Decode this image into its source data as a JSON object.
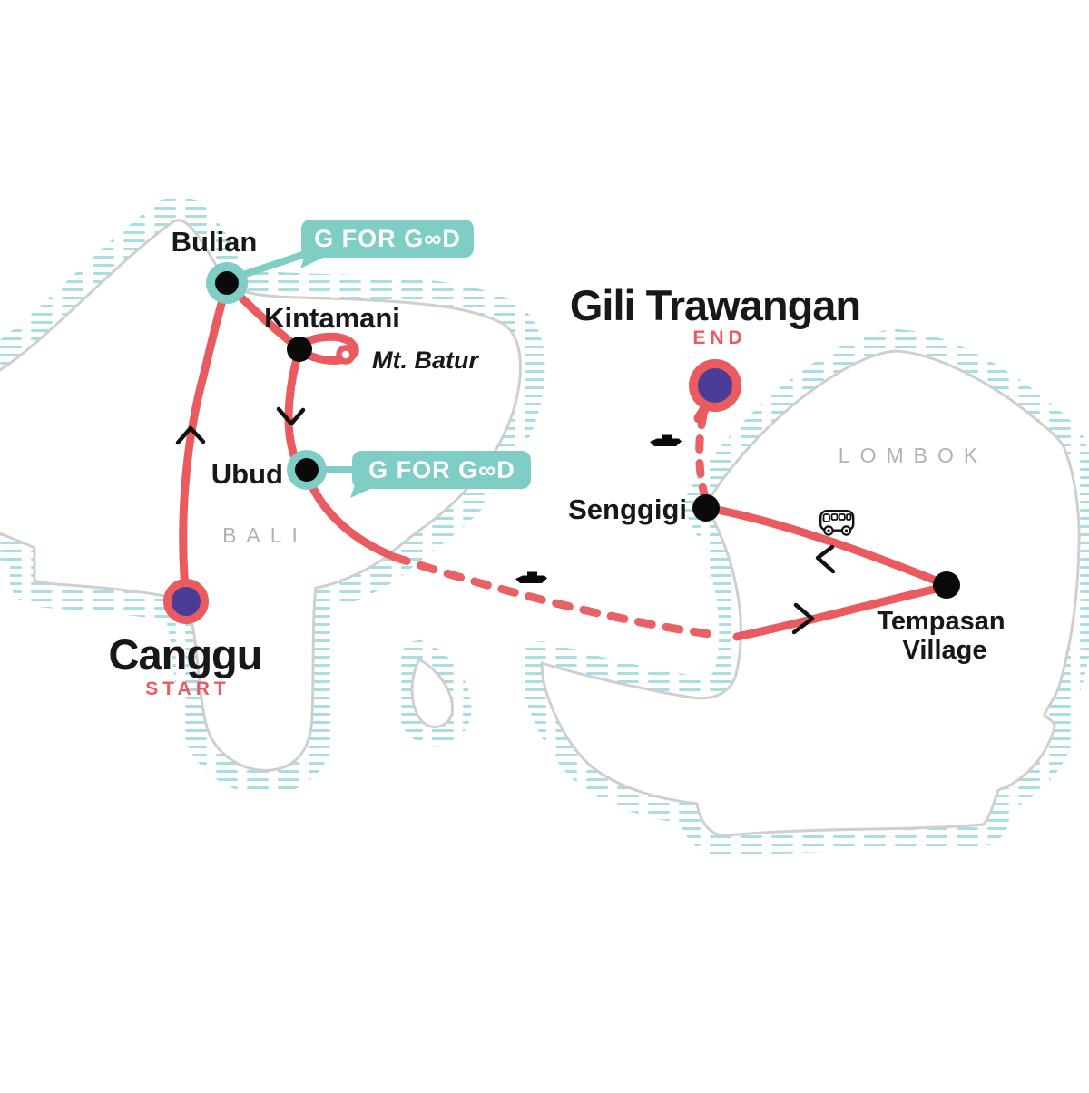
{
  "map_type": "tour-itinerary-map",
  "islands": [
    {
      "label": "BALI"
    },
    {
      "label": "LOMBOK"
    }
  ],
  "stops": [
    {
      "name": "Canggu",
      "tag": "START",
      "marker": "start-purple-ring"
    },
    {
      "name": "Bulian",
      "marker": "dot-teal-ring"
    },
    {
      "name": "Kintamani",
      "marker": "dot"
    },
    {
      "name": "Mt. Batur",
      "marker": "summit-ring"
    },
    {
      "name": "Ubud",
      "marker": "dot-teal-ring"
    },
    {
      "name": "Tempasan Village",
      "line1": "Tempasan",
      "line2": "Village",
      "marker": "dot"
    },
    {
      "name": "Senggigi",
      "marker": "dot"
    },
    {
      "name": "Gili Trawangan",
      "tag": "END",
      "marker": "end-purple-ring"
    }
  ],
  "badges": [
    {
      "label": "G FOR GOOD",
      "display": "G FOR G∞D"
    },
    {
      "label": "G FOR GOOD",
      "display": "G FOR G∞D"
    }
  ],
  "icons": [
    {
      "name": "boat-icon"
    },
    {
      "name": "boat-icon"
    },
    {
      "name": "bus-icon"
    }
  ],
  "colors": {
    "route_red": "#E95B5E",
    "badge_teal": "#7FCEC5",
    "marker_purple": "#4B3C96",
    "coastline_gray": "#CFCFCF",
    "hatch_teal": "#A8DEE2",
    "island_label_gray": "#B2B2B6"
  }
}
